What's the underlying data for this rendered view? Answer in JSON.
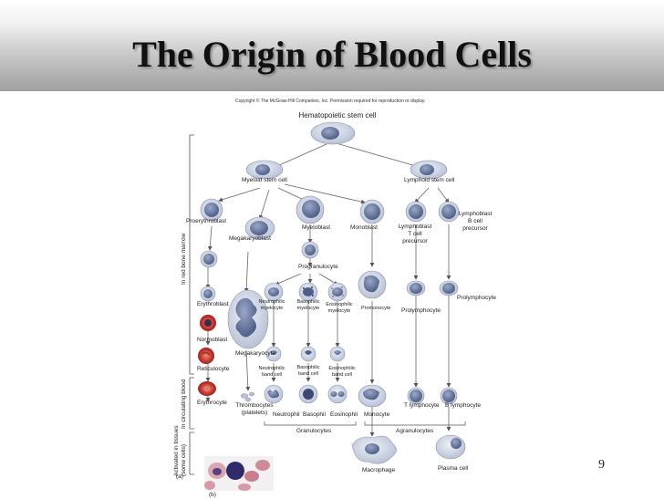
{
  "slide": {
    "title": "The Origin of Blood Cells",
    "page_number": "9",
    "copyright": "Copyright © The McGraw-Hill Companies, Inc. Permission required for reproduction or display."
  },
  "diagram": {
    "stem_cell": "Hematopoietic stem cell",
    "myeloid_stem_cell": "Myeloid stem cell",
    "lymphoid_stem_cell": "Lymphoid stem cell",
    "proerythroblast": "Proerythroblast",
    "megakaryoblast": "Megakaryoblast",
    "myeloblast": "Myeloblast",
    "monoblast": "Monoblast",
    "lymphoblast_t": "Lymphoblast\nT cell\nprecursor",
    "lymphoblast_b": "Lymphoblast\nB cell\nprecursor",
    "progranulocyte": "Progranulocyte",
    "erythroblast": "Erythroblast",
    "neutrophilic_myelocyte": "Neutrophilic\nmyelocyte",
    "basophilic_myelocyte": "Basophilic\nmyelocyte",
    "eosinophilic_myelocyte": "Eosinophilic\nmyelocyte",
    "promonocyte": "Promonocyte",
    "prolymphocyte_t": "Prolymphocyte",
    "prolymphocyte_b": "Prolymphocyte",
    "normoblast": "Normoblast",
    "megakaryocyte": "Megakaryocyte",
    "reticulocyte": "Reticulocyte",
    "neutrophilic_band": "Neutrophilic\nband cell",
    "basophilic_band": "Basophilic\nband cell",
    "eosinophilic_band": "Eosinophilic\nband cell",
    "erythrocyte": "Erythrocyte",
    "thrombocytes": "Thrombocytes\n(platelets)",
    "neutrophil": "Neutrophil",
    "basophil": "Basophil",
    "eosinophil": "Eosinophil",
    "monocyte": "Monocyte",
    "t_lymphocyte": "T lymphocyte",
    "b_lymphocyte": "B lymphocyte",
    "granulocytes": "Granulocytes",
    "agranulocytes": "Agranulocytes",
    "macrophage": "Macrophage",
    "plasma_cell": "Plasma cell",
    "label_a": "(a)",
    "label_b": "(b)",
    "side_bone_marrow": "In red bone marrow",
    "side_circulating": "In circulating blood",
    "side_tissues": "Activated in tissues\n(some cells)"
  },
  "colors": {
    "cell_cytoplasm": "#d7dde9",
    "cell_nucleus": "#6f7fa5",
    "erythrocyte": "#c43a32",
    "background": "#ffffff"
  }
}
